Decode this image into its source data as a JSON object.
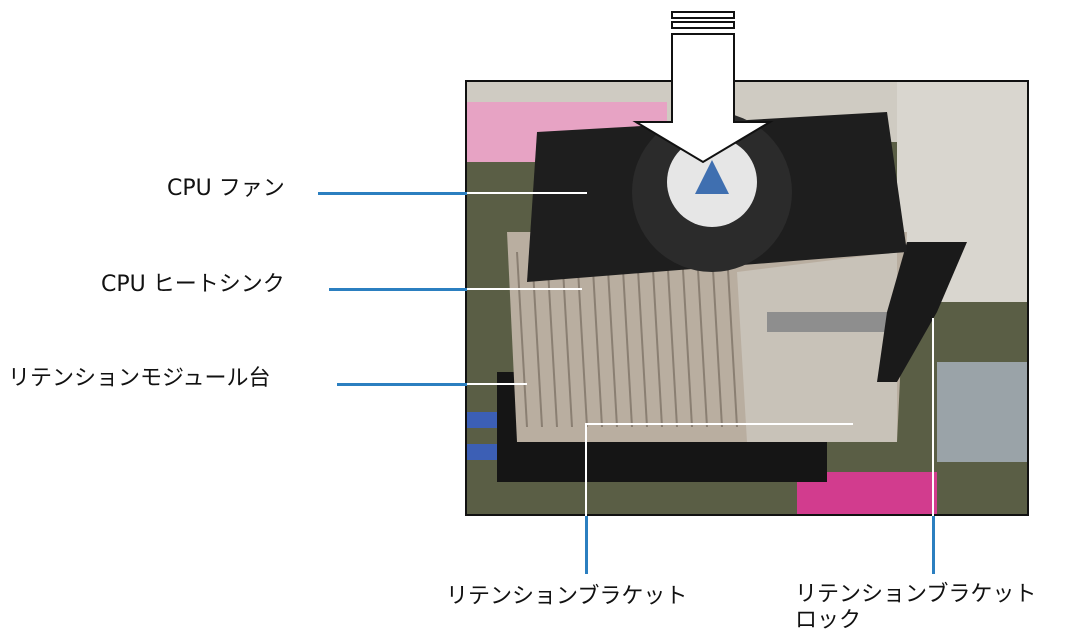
{
  "labels": {
    "cpu_fan": "CPU ファン",
    "cpu_heatsink": "CPU ヒートシンク",
    "retention_base": "リテンションモジュール台",
    "retention_bracket": "リテンションブラケット",
    "bracket_lock_line1": "リテンションブラケット",
    "bracket_lock_line2": "ロック"
  },
  "colors": {
    "callout_line": "#2b7fc0",
    "fan_body": "#1e1e1e",
    "heatsink": "#b9aea0",
    "board": "#3a3f2a"
  }
}
